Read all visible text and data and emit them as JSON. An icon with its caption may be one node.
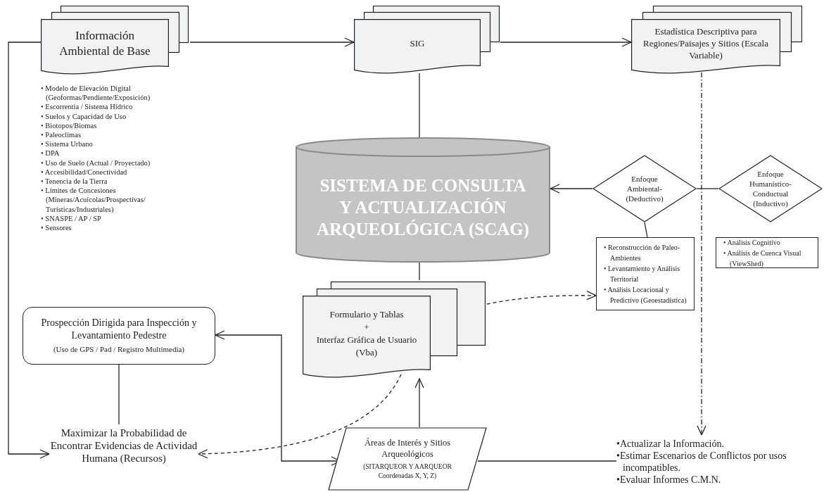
{
  "diagram": {
    "nodes": [
      {
        "text": [
          "Información Ambiental de Base"
        ],
        "beside": [
          "• Modelo de Elevación Digital (Geoformas/Pendiente/Exposición)",
          "• Escorrentia / Sistema Hídrico",
          "• Suelos y Capacidad de Uso",
          "• Biotopos/Biomas",
          "• Paleoclimas",
          "• Sistema Urbano",
          "• DPA",
          "• Uso de Suelo (Actual / Proyectado)",
          "• Accesibilidad/Conectividad",
          "• Tenencia de la Tierra",
          "• Límites de Concesiones (Mineras/Acuícolas/Prospectivas/ Turísticas/Industriales)",
          "• SNASPE / AP / SP",
          "• Sensores"
        ]
      },
      {
        "text": [
          "SIG"
        ]
      },
      {
        "text": [
          "Estadística Descriptiva para Regiones/Paisajes y Sitios (Escala Variable)"
        ]
      },
      {
        "text": [
          "SISTEMA DE CONSULTA Y ACTUALIZACIÓN ARQUEOLÓGICA (SCAG)"
        ]
      },
      {
        "text": [
          "Enfoque Ambiental- (Deductivo)"
        ]
      },
      {
        "text": [
          "Enfoque Humanístico- Conductual (Inductivo)"
        ]
      },
      {
        "text": [
          "• Reconstrucción de Paleo-Ambientes",
          "• Levantamiento y Análisis Territorial",
          "• Análisis Locacional y Predictivo (Geoestadística)"
        ]
      },
      {
        "text": [
          "• Análisis Cognitivo",
          "• Análisis de Cuenca Visual (ViewShed)"
        ]
      },
      {
        "text": [
          "Formulario y Tablas",
          "+",
          "Interfaz Gráfica de Usuario (Vba)"
        ]
      },
      {
        "text": [
          "Prospección Dirigida para Inspección y Levantamiento Pedestre",
          "(Uso de GPS / Pad / Registro Multimedia)"
        ]
      },
      {
        "text": [
          "Maximizar la Probabilidad de Encontrar Evidencias de Actividad Humana (Recursos)"
        ]
      },
      {
        "text": [
          "Áreas de Interés y Sitios Arqueológicos",
          "(SITARQUEOR Y AARQUEOR Coordenadas X, Y, Z)"
        ]
      },
      {
        "text": [
          "•Actualizar la Información.",
          "•Estimar Escenarios de Conflictos por usos incompatibles.",
          "•Evaluar Informes C.M.N."
        ]
      }
    ],
    "edges": [
      {
        "from": 0,
        "to": 1,
        "arrow": "to"
      },
      {
        "from": 0,
        "to": 10,
        "arrow": "to"
      },
      {
        "from": 1,
        "to": 2,
        "arrow": "to"
      },
      {
        "from": 1,
        "to": 3,
        "arrow": "none"
      },
      {
        "from": 4,
        "to": 3,
        "arrow": "to"
      },
      {
        "from": 4,
        "to": 5,
        "arrow": "none"
      },
      {
        "from": 4,
        "to": 6,
        "arrow": "none"
      },
      {
        "from": 2,
        "to": 12,
        "arrow": "to",
        "style": "dashed"
      },
      {
        "from": 3,
        "to": 8,
        "arrow": "none"
      },
      {
        "from": 8,
        "to": 6,
        "arrow": "to",
        "style": "dashed"
      },
      {
        "from": 8,
        "to": 10,
        "arrow": "to",
        "style": "dashed"
      },
      {
        "from": 11,
        "to": 8,
        "arrow": "to"
      },
      {
        "from": 9,
        "to": 11,
        "arrow": "both"
      },
      {
        "from": 9,
        "to": 10,
        "arrow": "none"
      },
      {
        "from": 11,
        "to": 12,
        "arrow": "none"
      }
    ]
  }
}
